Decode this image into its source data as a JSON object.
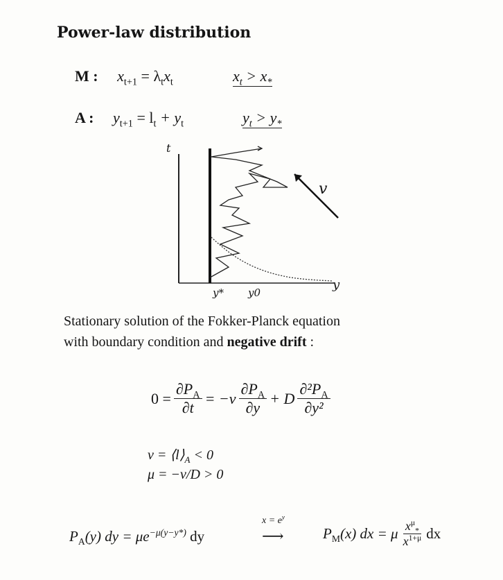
{
  "title": "Power-law distribution",
  "models": [
    {
      "label": "M :",
      "lhs": "x",
      "lhs_sub": "t+1",
      "eq": " = λ",
      "rhs_sub": "t",
      "rhs": "x",
      "rhs_sub2": "t",
      "cond_a": "x",
      "cond_a_sub": "t",
      "cond_op": " > ",
      "cond_b": "x",
      "cond_b_sub": "*"
    },
    {
      "label": "A :",
      "lhs": "y",
      "lhs_sub": "t+1",
      "eq": " = l",
      "rhs_sub": "t",
      "rhs": " + y",
      "rhs_sub2": "t",
      "cond_a": "y",
      "cond_a_sub": "t",
      "cond_op": " > ",
      "cond_b": "y",
      "cond_b_sub": "*"
    }
  ],
  "diagram": {
    "t_label": "t",
    "y_label": "y",
    "ystar_label": "y*",
    "y0_label": "y0",
    "v_label": "v"
  },
  "paragraph": {
    "line1": "Stationary solution of the Fokker-Planck equation",
    "line2_prefix": "with boundary condition and ",
    "line2_bold": "negative drift",
    "line2_suffix": " :"
  },
  "fp_equation": {
    "lhs": "0 =",
    "f1_num": "∂P",
    "f1_num_sub": "A",
    "f1_den": "∂t",
    "mid": "= −v",
    "f2_num": "∂P",
    "f2_num_sub": "A",
    "f2_den": "∂y",
    "plus": "+ D",
    "f3_num": "∂²P",
    "f3_num_sub": "A",
    "f3_den": "∂y²"
  },
  "definitions": {
    "v_def": "v = ⟨l⟩",
    "v_def_sub": "A",
    "v_def_tail": " < 0",
    "mu_def": "μ = −v/D > 0"
  },
  "final": {
    "pa": "P",
    "pa_sub": "A",
    "pa_rest": "(y) dy = μe",
    "pa_exp": "−μ(y−y*)",
    "pa_tail": " dy",
    "transform": "x = e",
    "transform_sup": "y",
    "arrow": "⟶",
    "pm": "P",
    "pm_sub": "M",
    "pm_rest": "(x) dx = μ",
    "frac_num": "x",
    "frac_num_sup": "μ",
    "frac_num_sub": "*",
    "frac_den": "x",
    "frac_den_sup": "1+μ",
    "pm_tail": " dx"
  }
}
